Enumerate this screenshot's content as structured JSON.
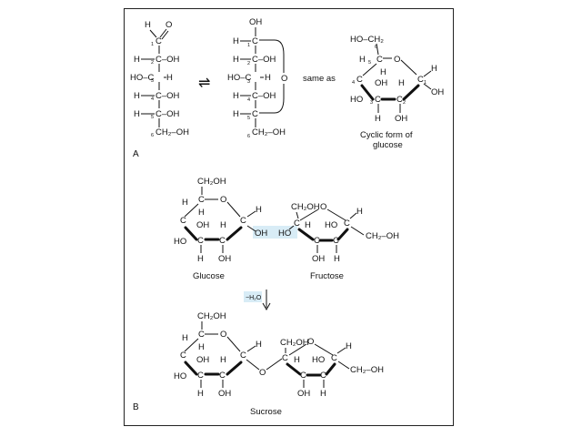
{
  "panelA": {
    "label": "A",
    "equilibrium": "⇌",
    "same_as": "same as",
    "caption_line1": "Cyclic form of",
    "caption_line2": "glucose"
  },
  "panelB": {
    "label": "B",
    "glucose": "Glucose",
    "fructose": "Fructose",
    "water_loss": "−H₂O",
    "arrow": "↓",
    "sucrose": "Sucrose"
  },
  "atoms": {
    "H": "H",
    "C": "C",
    "O": "O",
    "OH": "OH",
    "HO": "HO",
    "CH2": "CH₂",
    "CH2OH": "CH₂OH",
    "HOCH2": "HO–CH₂",
    "CH2_OH": "CH₂–OH",
    "C_OH": "C–OH",
    "HO_C": "HO–C"
  },
  "numbers": {
    "n1": "1",
    "n2": "2",
    "n3": "3",
    "n4": "4",
    "n5": "5",
    "n6": "6"
  },
  "colors": {
    "highlight": "#d8ecf6",
    "ink": "#111111"
  }
}
